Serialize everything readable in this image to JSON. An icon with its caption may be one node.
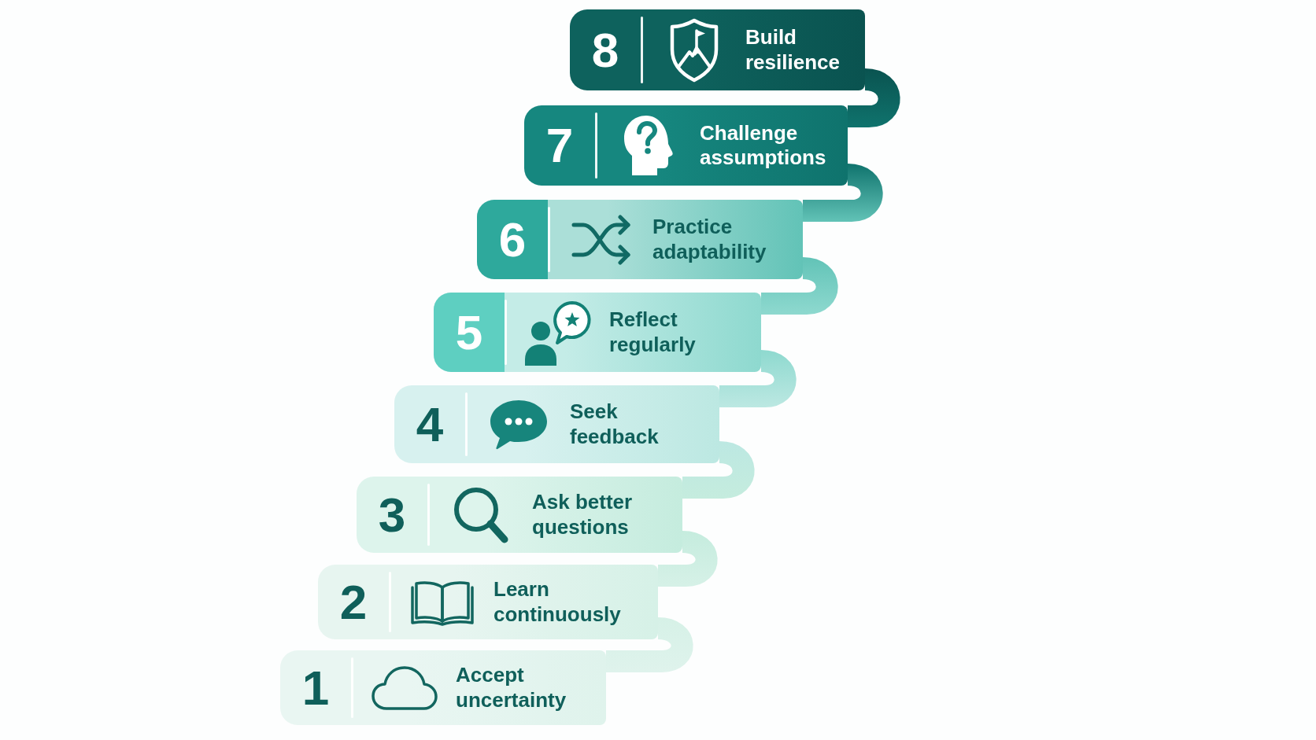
{
  "diagram": {
    "nodes": [
      {
        "text": [
          "1",
          "Accept uncertainty"
        ]
      },
      {
        "text": [
          "2",
          "Learn continuously"
        ]
      },
      {
        "text": [
          "3",
          "Ask better questions"
        ]
      },
      {
        "text": [
          "4",
          "Seek feedback"
        ]
      },
      {
        "text": [
          "5",
          "Reflect regularly"
        ]
      },
      {
        "text": [
          "6",
          "Practice adaptability"
        ]
      },
      {
        "text": [
          "7",
          "Challenge assumptions"
        ]
      },
      {
        "text": [
          "8",
          "Build resilience"
        ]
      }
    ],
    "edges": [
      {
        "from": 0,
        "to": 1,
        "arrow": "none"
      },
      {
        "from": 1,
        "to": 2,
        "arrow": "none"
      },
      {
        "from": 2,
        "to": 3,
        "arrow": "none"
      },
      {
        "from": 3,
        "to": 4,
        "arrow": "none"
      },
      {
        "from": 4,
        "to": 5,
        "arrow": "none"
      },
      {
        "from": 5,
        "to": 6,
        "arrow": "none"
      },
      {
        "from": 6,
        "to": 7,
        "arrow": "none"
      }
    ]
  }
}
